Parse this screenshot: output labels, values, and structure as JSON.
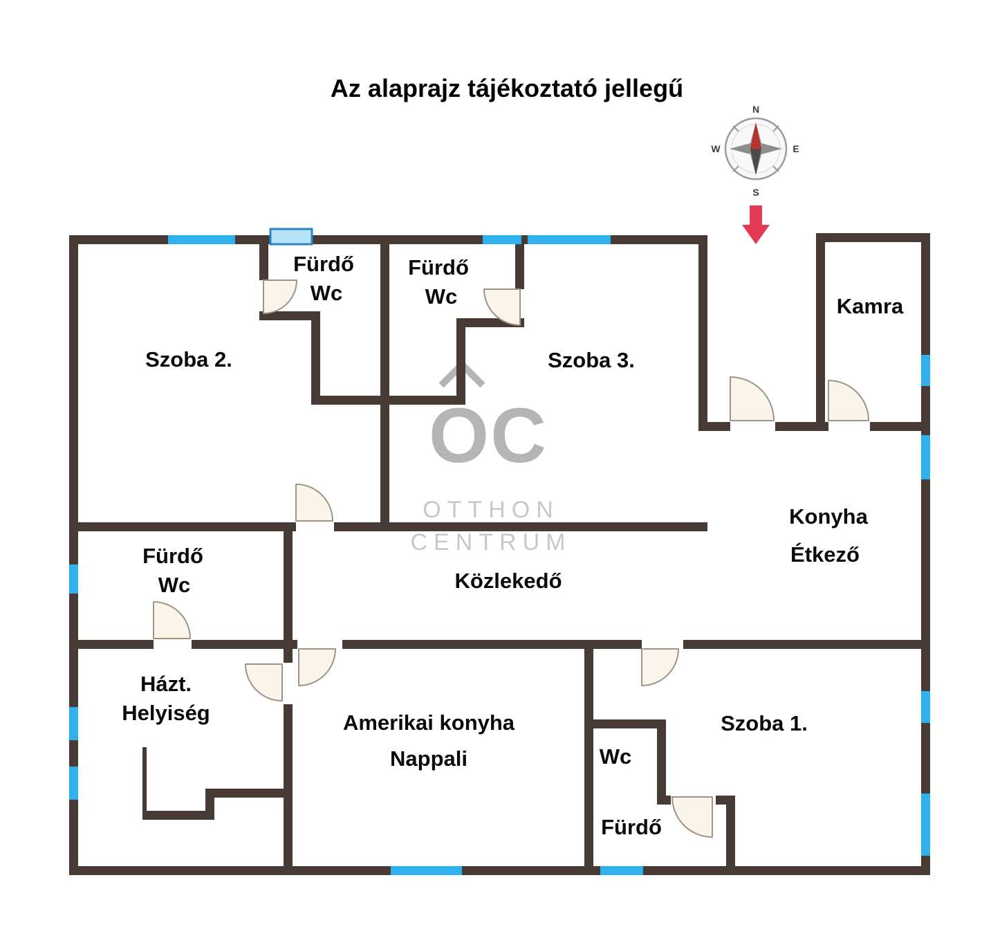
{
  "title": "Az alaprajz tájékoztató jellegű",
  "compass": {
    "north": "N",
    "south": "S",
    "east": "E",
    "west": "W"
  },
  "watermark": {
    "logo": "OC",
    "line1": "OTTHON",
    "line2": "CENTRUM"
  },
  "colors": {
    "wall": "#483a34",
    "window": "#2fb1ef",
    "door_fill": "#faf5eb",
    "door_stroke": "#a09285",
    "accent_arrow": "#e23b53",
    "watermark_strong": "#b5b5b5",
    "watermark_light": "#c8c8c8"
  },
  "rooms": {
    "szoba2": {
      "label": "Szoba 2."
    },
    "furdo_top_left": {
      "line1": "Fürdő",
      "line2": "Wc"
    },
    "furdo_top_mid": {
      "line1": "Fürdő",
      "line2": "Wc"
    },
    "szoba3": {
      "label": "Szoba 3."
    },
    "kamra": {
      "label": "Kamra"
    },
    "konyha": {
      "line1": "Konyha",
      "line2": "Étkező"
    },
    "furdo_mid_left": {
      "line1": "Fürdő",
      "line2": "Wc"
    },
    "kozlekedo": {
      "label": "Közlekedő"
    },
    "hazt": {
      "line1": "Házt.",
      "line2": "Helyiség"
    },
    "nappali": {
      "line1": "Amerikai konyha",
      "line2": "Nappali"
    },
    "wc": {
      "label": "Wc"
    },
    "szoba1": {
      "label": "Szoba 1."
    },
    "furdo_bottom": {
      "label": "Fürdő"
    }
  }
}
